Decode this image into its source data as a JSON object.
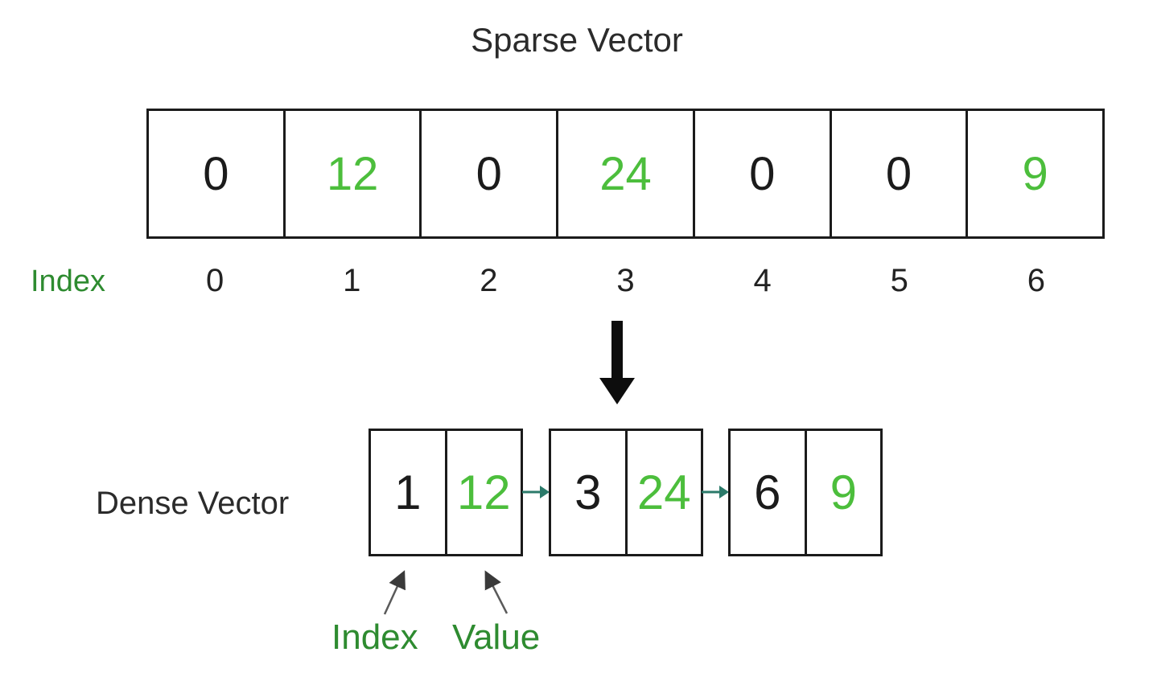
{
  "colors": {
    "bright_green": "#4cbe3c",
    "dark_green": "#2e8b30",
    "teal_arrow": "#2b7a6a",
    "ink": "#1b1b1b",
    "background": "#ffffff"
  },
  "icons": {
    "transform_arrow": "down-arrow",
    "pair_link_arrow": "right-arrow",
    "annotation_pointer": "up-diagonal-arrow"
  },
  "sparse": {
    "title": "Sparse Vector",
    "index_label": "Index",
    "cells": [
      {
        "value": "0",
        "highlight": false
      },
      {
        "value": "12",
        "highlight": true
      },
      {
        "value": "0",
        "highlight": false
      },
      {
        "value": "24",
        "highlight": true
      },
      {
        "value": "0",
        "highlight": false
      },
      {
        "value": "0",
        "highlight": false
      },
      {
        "value": "9",
        "highlight": true
      }
    ],
    "indices": [
      "0",
      "1",
      "2",
      "3",
      "4",
      "5",
      "6"
    ]
  },
  "dense": {
    "label": "Dense Vector",
    "pairs": [
      {
        "index": "1",
        "value": "12"
      },
      {
        "index": "3",
        "value": "24"
      },
      {
        "index": "6",
        "value": "9"
      }
    ],
    "annotations": {
      "index_label": "Index",
      "value_label": "Value"
    }
  }
}
